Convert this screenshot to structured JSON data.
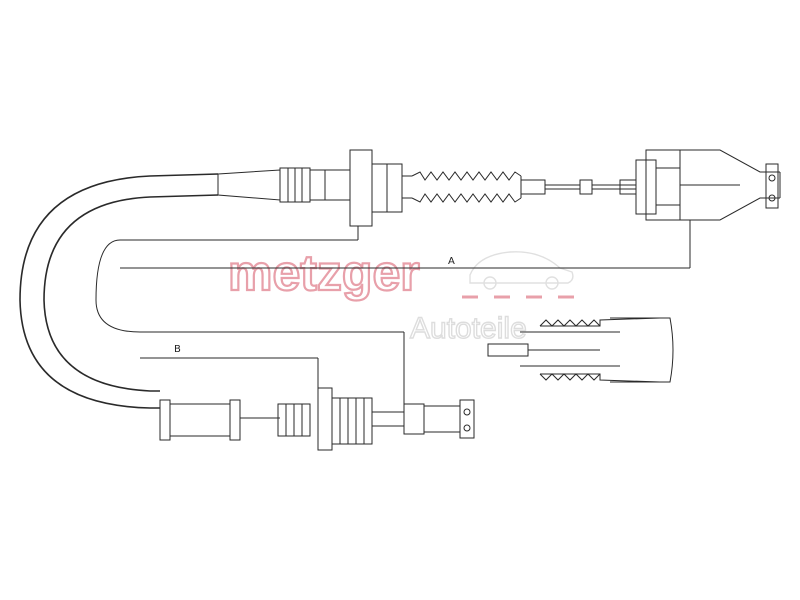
{
  "watermark": {
    "brand": "metzger",
    "subtitle": "Autoteile"
  },
  "dimensions": {
    "a_label": "A",
    "b_label": "B"
  },
  "colors": {
    "line": "#2a2a2a",
    "logo_red": "#e8a0aa",
    "logo_grey": "#dddddd"
  }
}
